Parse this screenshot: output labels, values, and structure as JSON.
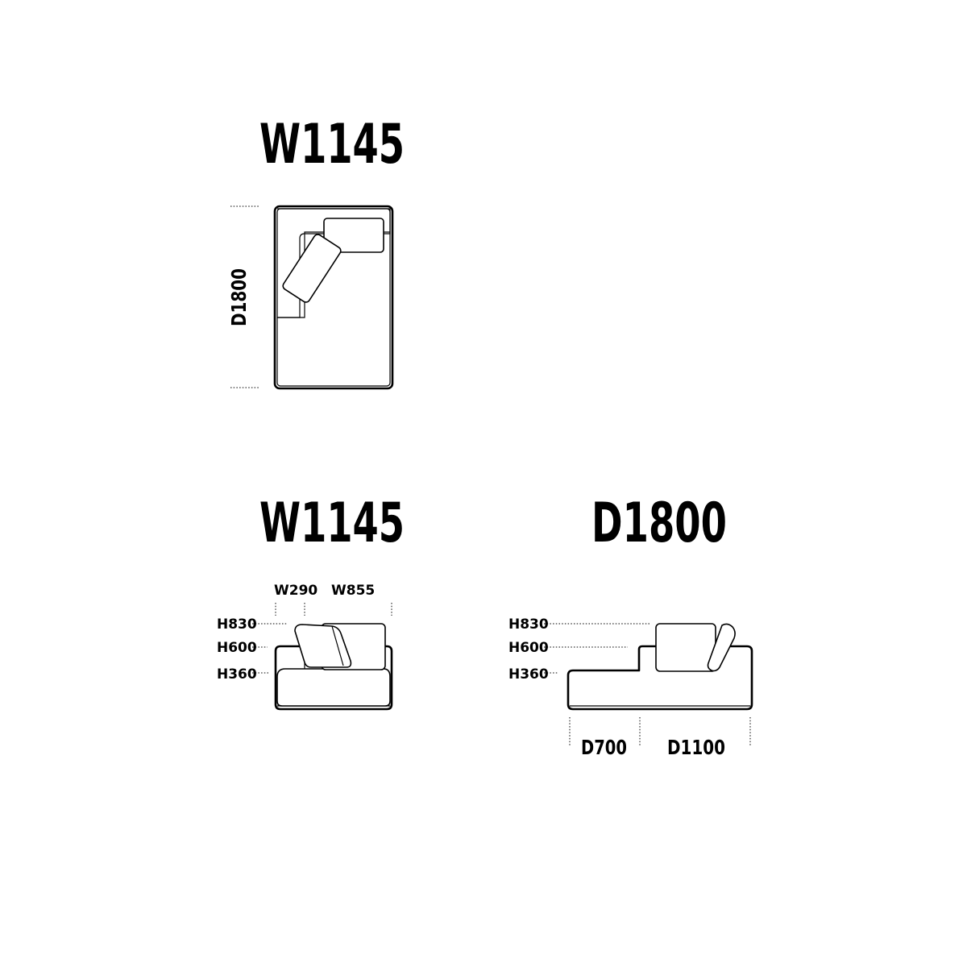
{
  "top_view": {
    "width_title": "W1145",
    "depth_label": "D1800"
  },
  "front_view": {
    "width_title": "W1145",
    "armrest_width": "W290",
    "seat_width": "W855",
    "height_back": "H830",
    "height_arm": "H600",
    "height_seat": "H360"
  },
  "side_view": {
    "depth_title": "D1800",
    "height_back": "H830",
    "height_arm": "H600",
    "height_seat": "H360",
    "depth_front": "D700",
    "depth_back": "D1100"
  }
}
